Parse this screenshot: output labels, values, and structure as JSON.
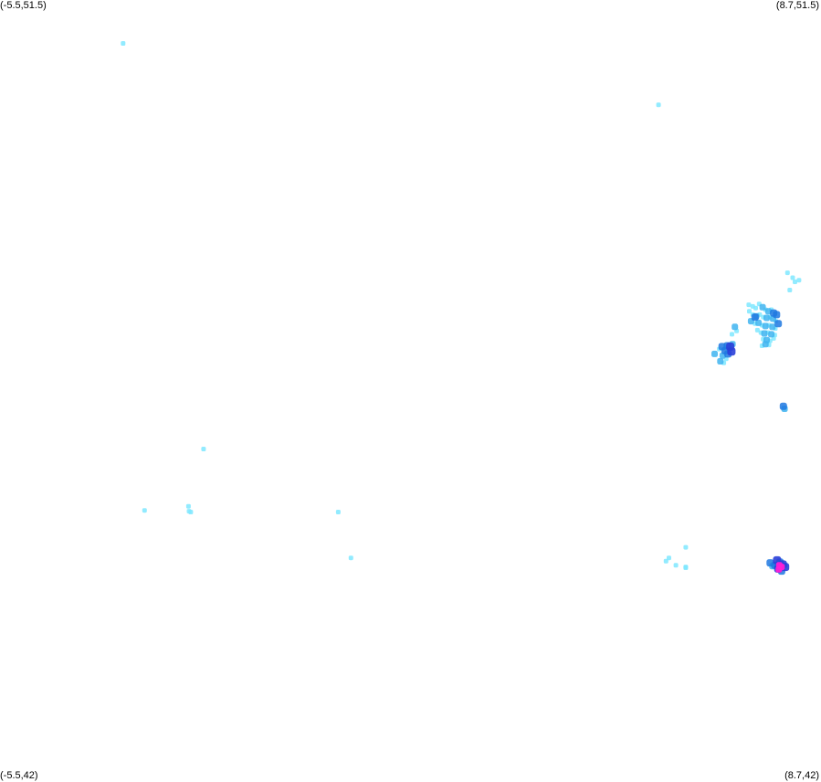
{
  "corners": {
    "top_left": "(-5.5,51.5)",
    "top_right": "(8.7,51.5)",
    "bottom_left": "(-5.5,42)",
    "bottom_right": "(8.7,42)"
  },
  "extent": {
    "lon_min": -5.5,
    "lon_max": 8.7,
    "lat_min": 42,
    "lat_max": 51.5
  },
  "colors": {
    "background": "#ffffff",
    "low": "#7fe8ff",
    "mid": "#3fb4f0",
    "high": "#1f78e0",
    "very_high": "#2a3fd8",
    "peak": "#ff1fd6"
  },
  "points": [
    {
      "lon": -3.37,
      "lat": 50.97,
      "level": "low"
    },
    {
      "lon": 5.89,
      "lat": 50.22,
      "level": "low"
    },
    {
      "lon": 8.12,
      "lat": 48.17,
      "level": "low"
    },
    {
      "lon": 8.21,
      "lat": 48.11,
      "level": "low"
    },
    {
      "lon": 8.25,
      "lat": 48.06,
      "level": "low"
    },
    {
      "lon": 8.32,
      "lat": 48.08,
      "level": "low"
    },
    {
      "lon": 8.16,
      "lat": 47.96,
      "level": "low"
    },
    {
      "lon": 7.45,
      "lat": 47.78,
      "level": "low"
    },
    {
      "lon": 7.52,
      "lat": 47.76,
      "level": "low"
    },
    {
      "lon": 7.57,
      "lat": 47.74,
      "level": "low"
    },
    {
      "lon": 7.63,
      "lat": 47.79,
      "level": "low"
    },
    {
      "lon": 7.69,
      "lat": 47.75,
      "level": "mid"
    },
    {
      "lon": 7.74,
      "lat": 47.72,
      "level": "low"
    },
    {
      "lon": 7.79,
      "lat": 47.7,
      "level": "mid"
    },
    {
      "lon": 7.84,
      "lat": 47.72,
      "level": "low"
    },
    {
      "lon": 7.88,
      "lat": 47.68,
      "level": "high"
    },
    {
      "lon": 7.93,
      "lat": 47.66,
      "level": "high"
    },
    {
      "lon": 7.46,
      "lat": 47.7,
      "level": "low"
    },
    {
      "lon": 7.52,
      "lat": 47.66,
      "level": "low"
    },
    {
      "lon": 7.58,
      "lat": 47.64,
      "level": "mid"
    },
    {
      "lon": 7.64,
      "lat": 47.66,
      "level": "low"
    },
    {
      "lon": 7.7,
      "lat": 47.63,
      "level": "low"
    },
    {
      "lon": 7.76,
      "lat": 47.62,
      "level": "mid"
    },
    {
      "lon": 7.82,
      "lat": 47.63,
      "level": "low"
    },
    {
      "lon": 7.87,
      "lat": 47.61,
      "level": "mid"
    },
    {
      "lon": 7.92,
      "lat": 47.58,
      "level": "low"
    },
    {
      "lon": 7.96,
      "lat": 47.55,
      "level": "high"
    },
    {
      "lon": 7.49,
      "lat": 47.58,
      "level": "mid"
    },
    {
      "lon": 7.56,
      "lat": 47.55,
      "level": "low"
    },
    {
      "lon": 7.62,
      "lat": 47.56,
      "level": "mid"
    },
    {
      "lon": 7.68,
      "lat": 47.53,
      "level": "low"
    },
    {
      "lon": 7.74,
      "lat": 47.52,
      "level": "mid"
    },
    {
      "lon": 7.8,
      "lat": 47.53,
      "level": "low"
    },
    {
      "lon": 7.86,
      "lat": 47.51,
      "level": "mid"
    },
    {
      "lon": 7.91,
      "lat": 47.49,
      "level": "low"
    },
    {
      "lon": 7.6,
      "lat": 47.47,
      "level": "low"
    },
    {
      "lon": 7.66,
      "lat": 47.44,
      "level": "low"
    },
    {
      "lon": 7.72,
      "lat": 47.43,
      "level": "mid"
    },
    {
      "lon": 7.78,
      "lat": 47.44,
      "level": "low"
    },
    {
      "lon": 7.84,
      "lat": 47.42,
      "level": "mid"
    },
    {
      "lon": 7.9,
      "lat": 47.41,
      "level": "low"
    },
    {
      "lon": 7.7,
      "lat": 47.36,
      "level": "low"
    },
    {
      "lon": 7.76,
      "lat": 47.35,
      "level": "mid"
    },
    {
      "lon": 7.82,
      "lat": 47.34,
      "level": "low"
    },
    {
      "lon": 7.88,
      "lat": 47.37,
      "level": "low"
    },
    {
      "lon": 7.56,
      "lat": 47.63,
      "level": "high"
    },
    {
      "lon": 7.74,
      "lat": 47.3,
      "level": "mid"
    },
    {
      "lon": 7.68,
      "lat": 47.28,
      "level": "low"
    },
    {
      "lon": 7.8,
      "lat": 47.29,
      "level": "low"
    },
    {
      "lon": 7.21,
      "lat": 47.51,
      "level": "mid"
    },
    {
      "lon": 7.24,
      "lat": 47.46,
      "level": "low"
    },
    {
      "lon": 7.16,
      "lat": 47.42,
      "level": "low"
    },
    {
      "lon": 7.08,
      "lat": 47.28,
      "level": "high"
    },
    {
      "lon": 7.13,
      "lat": 47.27,
      "level": "very_high"
    },
    {
      "lon": 7.17,
      "lat": 47.3,
      "level": "mid"
    },
    {
      "lon": 6.99,
      "lat": 47.27,
      "level": "high"
    },
    {
      "lon": 7.04,
      "lat": 47.22,
      "level": "high"
    },
    {
      "lon": 7.09,
      "lat": 47.18,
      "level": "high"
    },
    {
      "lon": 7.15,
      "lat": 47.21,
      "level": "very_high"
    },
    {
      "lon": 7.0,
      "lat": 47.16,
      "level": "mid"
    },
    {
      "lon": 7.06,
      "lat": 47.12,
      "level": "low"
    },
    {
      "lon": 6.96,
      "lat": 47.09,
      "level": "mid"
    },
    {
      "lon": 7.02,
      "lat": 47.07,
      "level": "low"
    },
    {
      "lon": 6.86,
      "lat": 47.18,
      "level": "mid"
    },
    {
      "lon": 6.94,
      "lat": 47.24,
      "level": "low"
    },
    {
      "lon": 8.05,
      "lat": 46.54,
      "level": "high"
    },
    {
      "lon": 8.07,
      "lat": 46.51,
      "level": "mid"
    },
    {
      "lon": -1.98,
      "lat": 46.02,
      "level": "low"
    },
    {
      "lon": -2.24,
      "lat": 45.32,
      "level": "low"
    },
    {
      "lon": -2.23,
      "lat": 45.26,
      "level": "low"
    },
    {
      "lon": -2.2,
      "lat": 45.25,
      "level": "low"
    },
    {
      "lon": -3.0,
      "lat": 45.27,
      "level": "low"
    },
    {
      "lon": 0.35,
      "lat": 45.25,
      "level": "low"
    },
    {
      "lon": 0.57,
      "lat": 44.69,
      "level": "low"
    },
    {
      "lon": 6.36,
      "lat": 44.82,
      "level": "low"
    },
    {
      "lon": 6.02,
      "lat": 44.65,
      "level": "low"
    },
    {
      "lon": 6.07,
      "lat": 44.69,
      "level": "low"
    },
    {
      "lon": 6.19,
      "lat": 44.6,
      "level": "low"
    },
    {
      "lon": 6.36,
      "lat": 44.58,
      "level": "low"
    },
    {
      "lon": 6.36,
      "lat": 44.57,
      "level": "low"
    },
    {
      "lon": 7.82,
      "lat": 44.63,
      "level": "high"
    },
    {
      "lon": 7.86,
      "lat": 44.59,
      "level": "mid"
    },
    {
      "lon": 7.94,
      "lat": 44.66,
      "level": "very_high"
    },
    {
      "lon": 7.99,
      "lat": 44.64,
      "level": "high"
    },
    {
      "lon": 8.04,
      "lat": 44.61,
      "level": "very_high"
    },
    {
      "lon": 8.08,
      "lat": 44.58,
      "level": "very_high"
    },
    {
      "lon": 7.96,
      "lat": 44.56,
      "level": "very_high"
    },
    {
      "lon": 8.02,
      "lat": 44.53,
      "level": "high"
    },
    {
      "lon": 7.9,
      "lat": 44.6,
      "level": "high"
    },
    {
      "lon": 7.98,
      "lat": 44.6,
      "level": "peak"
    },
    {
      "lon": 8.02,
      "lat": 44.58,
      "level": "peak"
    },
    {
      "lon": 7.97,
      "lat": 44.55,
      "level": "peak"
    }
  ]
}
